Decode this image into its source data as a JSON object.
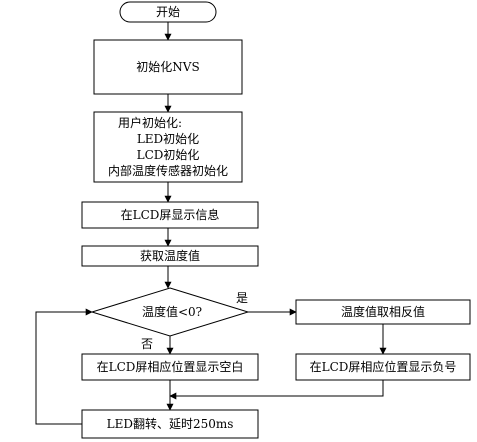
{
  "flowchart": {
    "start": "开始",
    "init_nvs": "初始化NVS",
    "user_init": [
      "用户初始化:",
      "LED初始化",
      "LCD初始化",
      "内部温度传感器初始化"
    ],
    "lcd_show_info": "在LCD屏显示信息",
    "get_temp": "获取温度值",
    "decision": "温度值<0?",
    "yes_label": "是",
    "no_label": "否",
    "take_opposite": "温度值取相反值",
    "show_blank": "在LCD屏相应位置显示空白",
    "show_minus": "在LCD屏相应位置显示负号",
    "led_toggle": "LED翻转、延时250ms"
  }
}
